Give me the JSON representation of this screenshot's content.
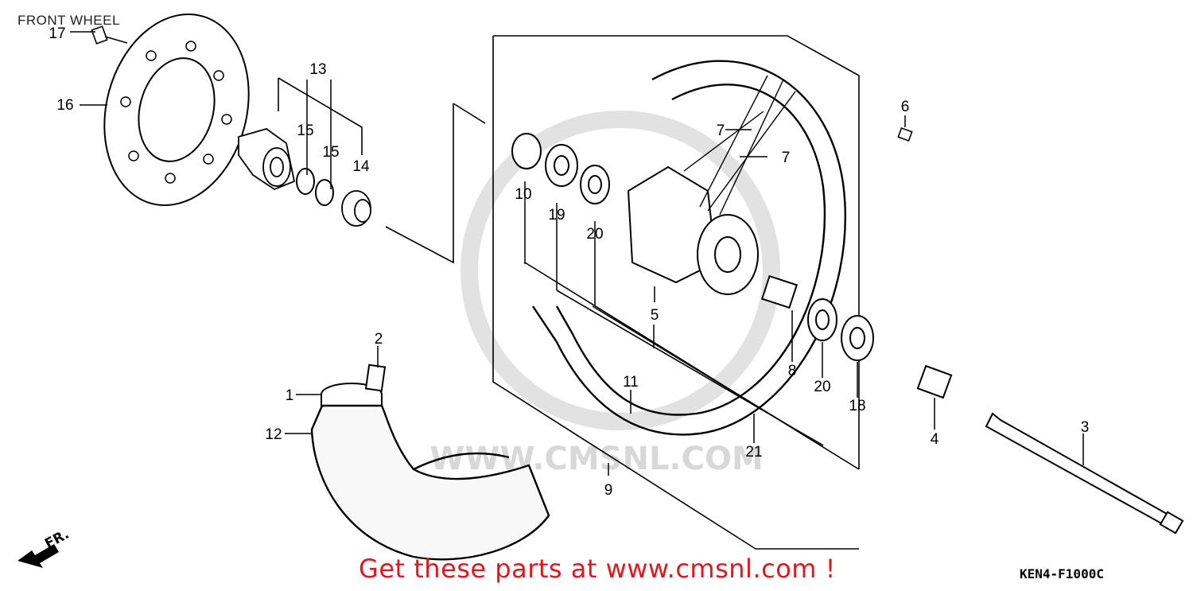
{
  "title": "FRONT WHEEL",
  "promo_text": "Get these parts at www.cmsnl.com !",
  "diagram_code": "KEN4-F1000C",
  "direction_label": "FR.",
  "watermark": "WWW.CMSNL.COM",
  "colors": {
    "promo": "#e8141c",
    "line": "#000000",
    "watermark": "#d8d8d8"
  },
  "callouts": {
    "c1": "1",
    "c2": "2",
    "c3": "3",
    "c4": "4",
    "c5": "5",
    "c6": "6",
    "c7a": "7",
    "c7b": "7",
    "c8": "8",
    "c9": "9",
    "c10": "10",
    "c11": "11",
    "c12": "12",
    "c13": "13",
    "c14": "14",
    "c15a": "15",
    "c15b": "15",
    "c16": "16",
    "c17": "17",
    "c18": "18",
    "c19": "19",
    "c20a": "20",
    "c20b": "20",
    "c21": "21"
  }
}
